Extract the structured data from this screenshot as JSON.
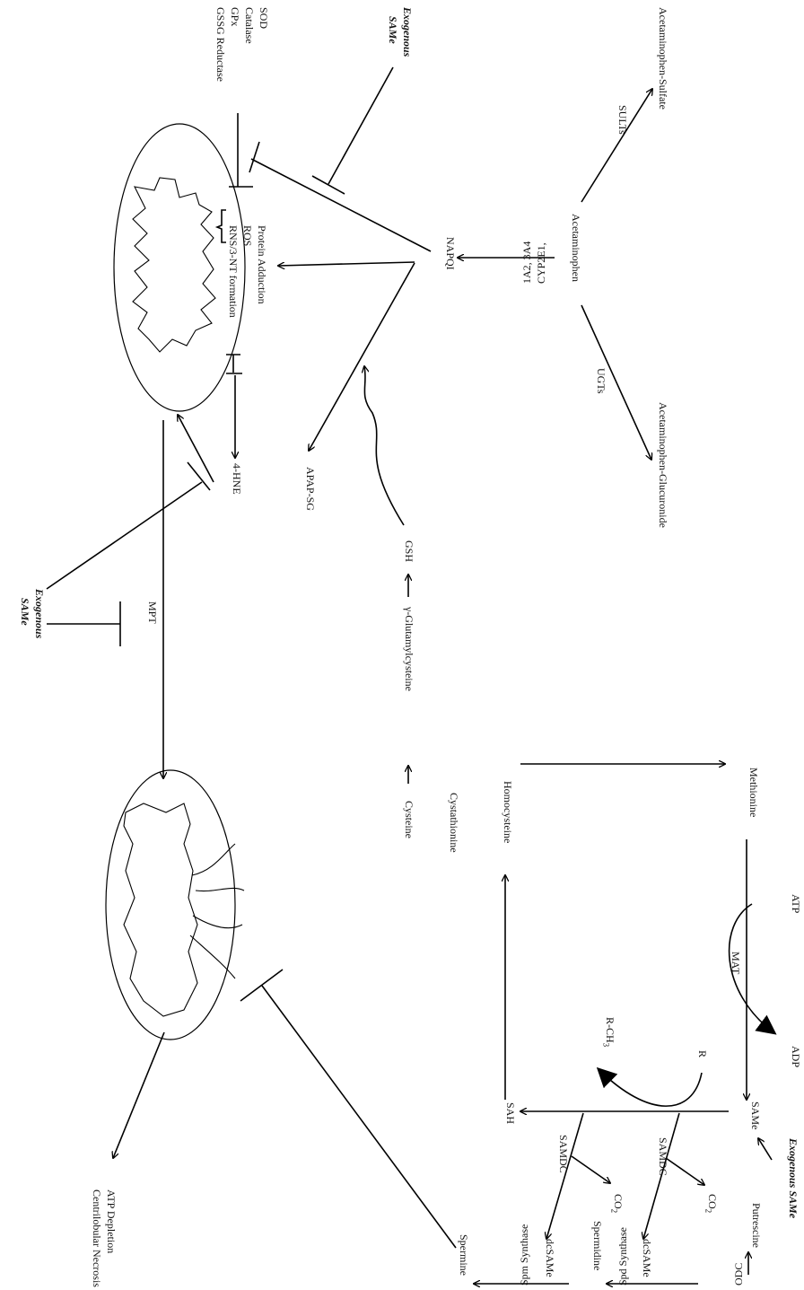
{
  "labels": {
    "acetaminophen": "Acetaminophen",
    "apap_sulfate": "Acetaminophen-Sulfate",
    "apap_glucuronide": "Acetaminophen-Glucuronide",
    "sults": "SULTs",
    "ugts": "UGTs",
    "cyp_line1": "CYP2E1,",
    "cyp_line2": "1A2, 3A4",
    "napqi": "NAPQI",
    "apap_sg": "APAP-SG",
    "gsh": "GSH",
    "glutamylcysteine": "γ-Glutamylcysteine",
    "cysteine": "Cysteine",
    "cystathionine": "Cystathionine",
    "homocysteine": "Homocysteine",
    "methionine": "Methionine",
    "atp": "ATP",
    "adp": "ADP",
    "mat": "MAT",
    "same": "SAMe",
    "sah": "SAH",
    "r": "R",
    "r_ch3": "R-CH",
    "r_ch3_sub": "3",
    "samdc_top": "SAMDC",
    "samdc_bottom": "SAMDC",
    "co2_top": "CO",
    "co2_bottom": "CO",
    "co2_sub": "2",
    "dcsame_top": "dcSAMe",
    "dcsame_bottom": "dcSAMe",
    "odc": "ODC",
    "putrescine": "Putrescine",
    "spd_synthase": "Spd Synthase",
    "spermidine": "Spermidine",
    "spm_synthase": "Spm Synthase",
    "spermine": "Spermine",
    "exogenous_same_right": "Exogenous SAMe",
    "exogenous_top_1": "Exogenous",
    "exogenous_top_2": "SAMe",
    "exogenous_bottom_1": "Exogenous",
    "exogenous_bottom_2": "SAMe",
    "sod": "SOD",
    "catalase": "Catalase",
    "gpx": "GPx",
    "gssg_reductase": "GSSG Reductase",
    "protein_adduction": "Protein Adduction",
    "ros": "ROS",
    "rns": "RNS/3-NT formation",
    "hne": "4-HNE",
    "mpt": "MPT",
    "atp_depletion": "ATP Depletion",
    "centrilobular_necrosis": "Centrilobular Necrosis"
  }
}
